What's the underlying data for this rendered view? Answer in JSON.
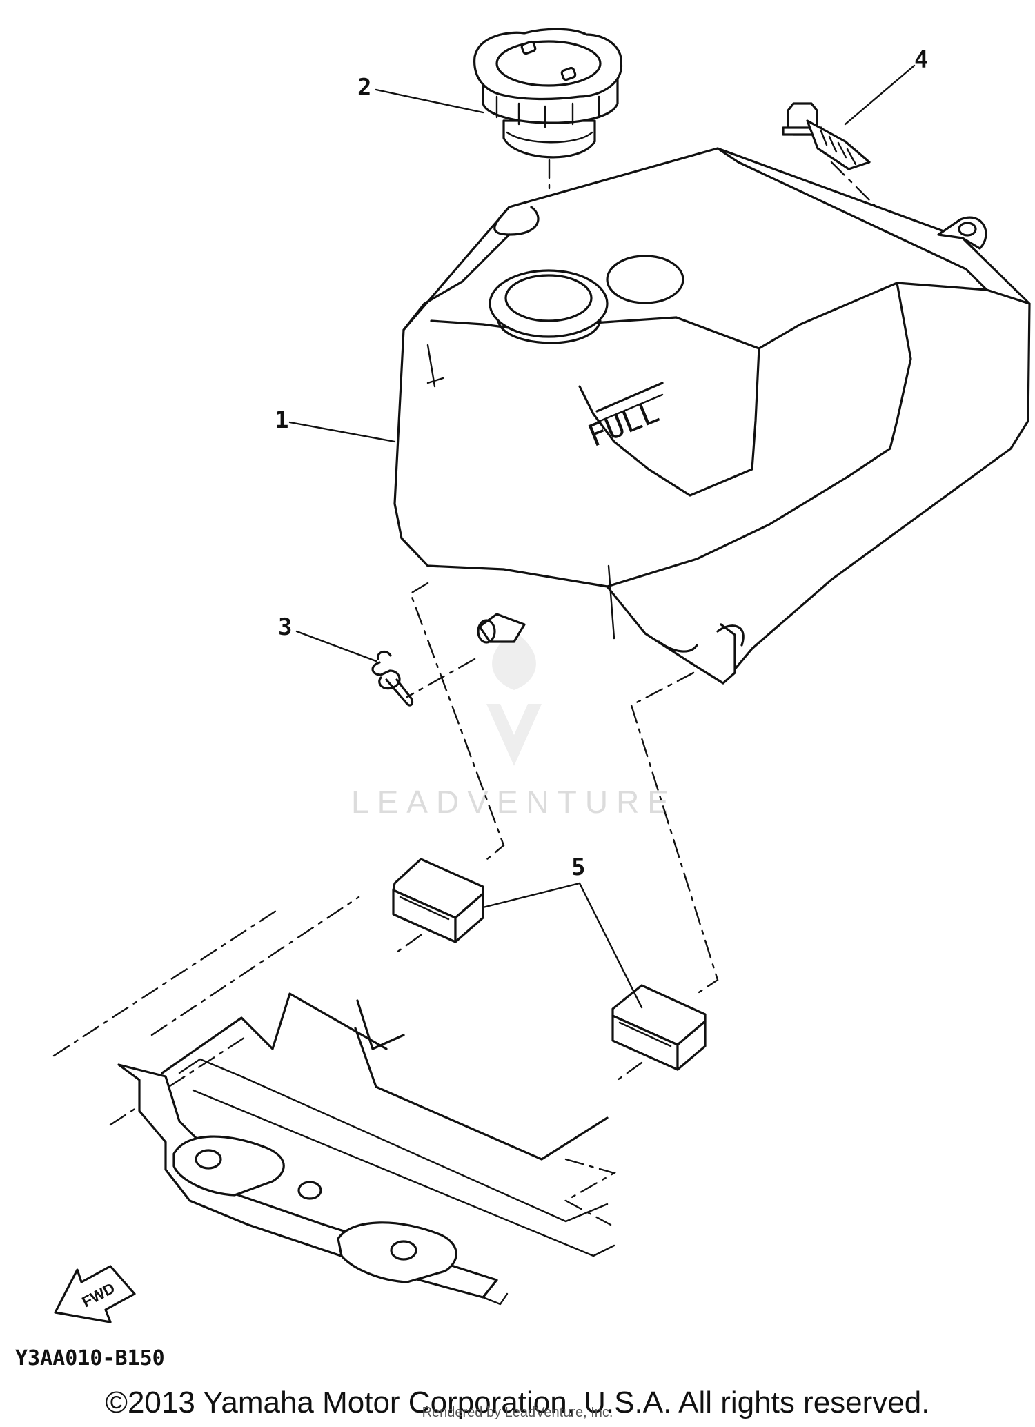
{
  "callouts": {
    "part_1": "1",
    "part_2": "2",
    "part_3": "3",
    "part_4": "4",
    "part_5": "5"
  },
  "tank_marking": "FULL",
  "direction_marker": "FWD",
  "diagram_code": "Y3AA010-B150",
  "watermark": "LEADVENTURE",
  "copyright": "©2013 Yamaha Motor Corporation, U.S.A. All rights reserved.",
  "rendered_by": "Rendered by LeadVenture, Inc.",
  "colors": {
    "line": "#111111",
    "background": "#ffffff",
    "watermark": "#dcdcdc"
  }
}
